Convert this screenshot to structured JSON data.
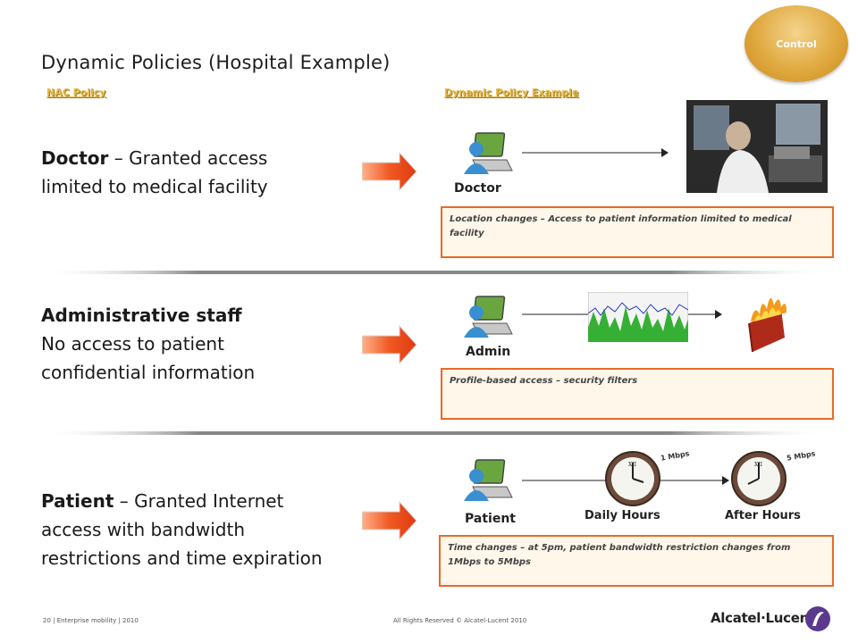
{
  "header": {
    "title": "Dynamic Policies (Hospital Example)",
    "badge": "Control",
    "col_left": "NAC Policy",
    "col_right": "Dynamic Policy Example"
  },
  "rows": [
    {
      "role_bold": "Doctor",
      "role_rest": " – Granted access",
      "line2": "limited to medical facility",
      "user_label": "Doctor",
      "note": "Location changes – Access to patient  information limited to medical facility"
    },
    {
      "role_bold": "Administrative staff",
      "line2": "No access to patient",
      "line3": "confidential information",
      "user_label": "Admin",
      "note": "Profile-based access – security filters"
    },
    {
      "role_bold": "Patient",
      "role_rest": " – Granted Internet",
      "line2": "access with bandwidth",
      "line3": "restrictions and time expiration",
      "user_label": "Patient",
      "note": "Time changes – at 5pm, patient bandwidth restriction changes from 1Mbps to 5Mbps",
      "clock1_label": "Daily Hours",
      "clock2_label": "After Hours",
      "rate1": "1 Mbps",
      "rate2": "5 Mbps"
    }
  ],
  "footer": {
    "left": "20 | Enterprise mobility | 2010",
    "mid": "All Rights Reserved © Alcatel-Lucent 2010",
    "logo": "Alcatel·Lucent"
  },
  "colors": {
    "accent_orange": "#e86a2a",
    "badge_gold": "#e0a93f",
    "note_bg": "#fff7ea"
  },
  "icons": [
    "laptop-user-icon",
    "arrow-right-icon",
    "clock-icon",
    "firewall-icon",
    "traffic-graph",
    "doctor-photo",
    "alcatel-lucent-logo-icon"
  ]
}
